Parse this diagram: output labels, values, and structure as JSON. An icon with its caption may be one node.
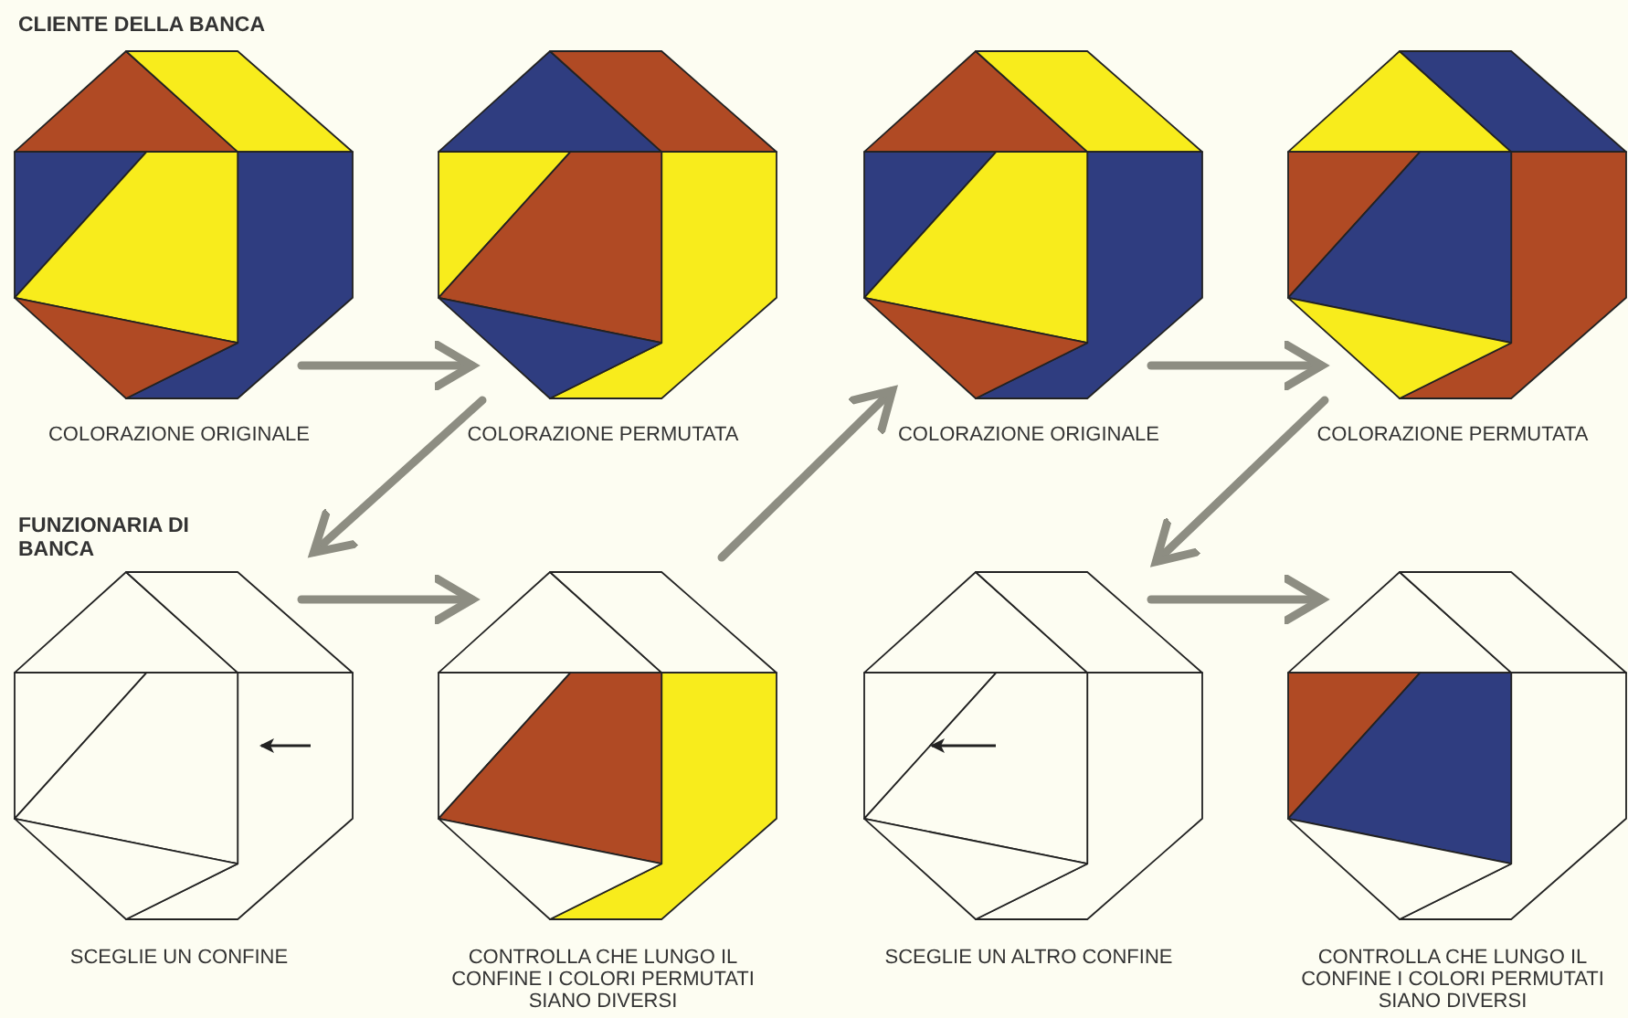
{
  "diagram": {
    "nodes": [
      {
        "text": [],
        "shape": "octagon",
        "beside": [
          "COLORAZIONE ORIGINALE"
        ]
      },
      {
        "text": [],
        "shape": "octagon",
        "beside": [
          "COLORAZIONE PERMUTATA"
        ]
      },
      {
        "text": [],
        "shape": "octagon",
        "beside": [
          "COLORAZIONE ORIGINALE"
        ]
      },
      {
        "text": [],
        "shape": "octagon",
        "beside": [
          "COLORAZIONE PERMUTATA"
        ]
      },
      {
        "text": [],
        "shape": "octagon",
        "beside": [
          "SCEGLIE UN CONFINE"
        ]
      },
      {
        "text": [],
        "shape": "octagon",
        "beside": [
          "CONTROLLA CHE LUNGO IL CONFINE I COLORI PERMUTATI SIANO DIVERSI"
        ]
      },
      {
        "text": [],
        "shape": "octagon",
        "beside": [
          "SCEGLIE UN ALTRO CONFINE"
        ]
      },
      {
        "text": [],
        "shape": "octagon",
        "beside": [
          "CONTROLLA CHE LUNGO IL CONFINE I COLORI PERMUTATI SIANO DIVERSI"
        ]
      }
    ],
    "edges": [
      {
        "from": 0,
        "to": 1,
        "arrow": "to"
      },
      {
        "from": 1,
        "to": 4,
        "arrow": "to"
      },
      {
        "from": 4,
        "to": 5,
        "arrow": "to"
      },
      {
        "from": 5,
        "to": 2,
        "arrow": "to"
      },
      {
        "from": 2,
        "to": 3,
        "arrow": "to"
      },
      {
        "from": 3,
        "to": 6,
        "arrow": "to"
      },
      {
        "from": 6,
        "to": 7,
        "arrow": "to"
      }
    ],
    "labels": [
      "CLIENTE DELLA BANCA",
      "FUNZIONARIA DI BANCA"
    ]
  }
}
